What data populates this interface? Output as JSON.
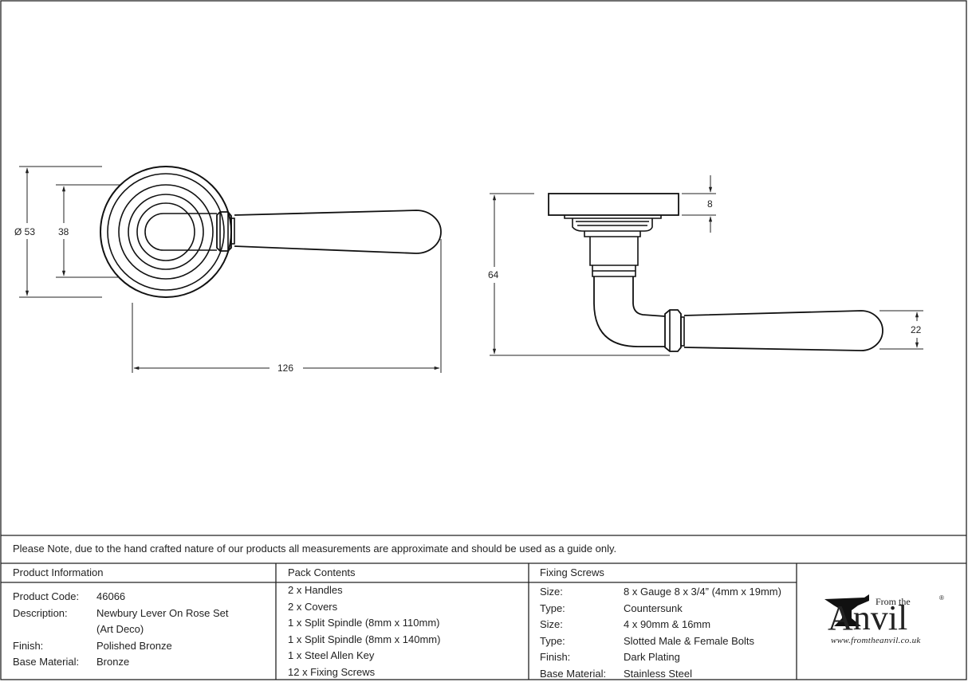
{
  "drawing": {
    "front_dims": {
      "rose_diameter": "Ø 53",
      "rose_inner": "38",
      "length": "126"
    },
    "side_dims": {
      "height": "64",
      "rose_thickness": "8",
      "grip": "22"
    }
  },
  "note": "Please Note, due to the hand crafted nature of our products all measurements are approximate and should be used as a guide only.",
  "product_info": {
    "header": "Product Information",
    "rows": [
      {
        "label": "Product Code:",
        "value": "46066"
      },
      {
        "label": "Description:",
        "value": "Newbury Lever On Rose Set"
      },
      {
        "label": "",
        "value": "(Art Deco)"
      },
      {
        "label": "Finish:",
        "value": "Polished Bronze"
      },
      {
        "label": "Base Material:",
        "value": "Bronze"
      }
    ]
  },
  "pack_contents": {
    "header": "Pack Contents",
    "items": [
      "2 x Handles",
      "2 x Covers",
      "1 x Split Spindle (8mm x 110mm)",
      "1 x Split Spindle (8mm x 140mm)",
      "1 x Steel Allen Key",
      "12 x Fixing Screws"
    ]
  },
  "fixing_screws": {
    "header": "Fixing Screws",
    "rows": [
      {
        "label": "Size:",
        "value": "8 x Gauge 8 x 3/4” (4mm x 19mm)"
      },
      {
        "label": "Type:",
        "value": "Countersunk"
      },
      {
        "label": "Size:",
        "value": "4 x 90mm & 16mm"
      },
      {
        "label": "Type:",
        "value": "Slotted Male & Female Bolts"
      },
      {
        "label": "Finish:",
        "value": "Dark Plating"
      },
      {
        "label": "Base Material:",
        "value": "Stainless Steel"
      }
    ]
  },
  "logo": {
    "from_the": "From the",
    "brand": "Anvil",
    "registered": "®",
    "url": "www.fromtheanvil.co.uk"
  }
}
